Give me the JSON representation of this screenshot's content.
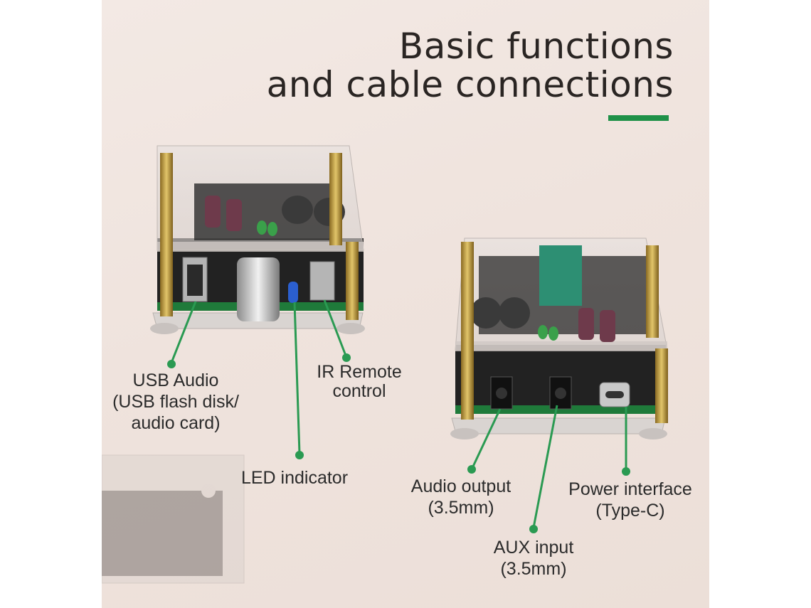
{
  "title": {
    "line1": "Basic functions",
    "line2": "and cable connections"
  },
  "colors": {
    "accent": "#1f9148",
    "callout": "#2a9a52",
    "background": "#efe3dd"
  },
  "labels": {
    "usb_audio": [
      "USB Audio",
      "(USB flash disk/",
      "audio card)"
    ],
    "led_indicator": [
      "LED indicator"
    ],
    "ir_remote": [
      "IR Remote",
      "control"
    ],
    "audio_output": [
      "Audio output",
      "(3.5mm)"
    ],
    "aux_input": [
      "AUX input",
      "(3.5mm)"
    ],
    "power_interface": [
      "Power interface",
      "(Type-C)"
    ]
  }
}
